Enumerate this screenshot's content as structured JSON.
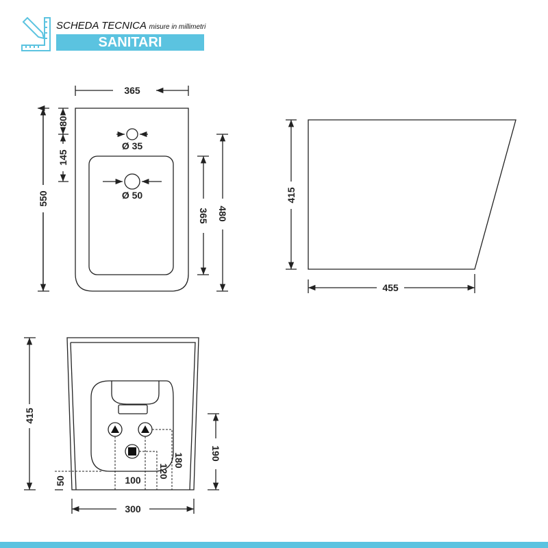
{
  "header": {
    "title": "SCHEDA TECNICA",
    "subtitle": "misure in millimetri",
    "category": "SANITARI",
    "accent": "#5bc3e0"
  },
  "top_view": {
    "width": "365",
    "d1": "80",
    "d2": "145",
    "hole1": "Ø 35",
    "hole2": "Ø 50",
    "height": "550",
    "inner": "365",
    "depth": "480"
  },
  "side_view": {
    "height": "415",
    "length": "455"
  },
  "front_view": {
    "height": "415",
    "h50": "50",
    "w100": "100",
    "h120": "120",
    "h180": "180",
    "h190": "190",
    "width": "300"
  }
}
